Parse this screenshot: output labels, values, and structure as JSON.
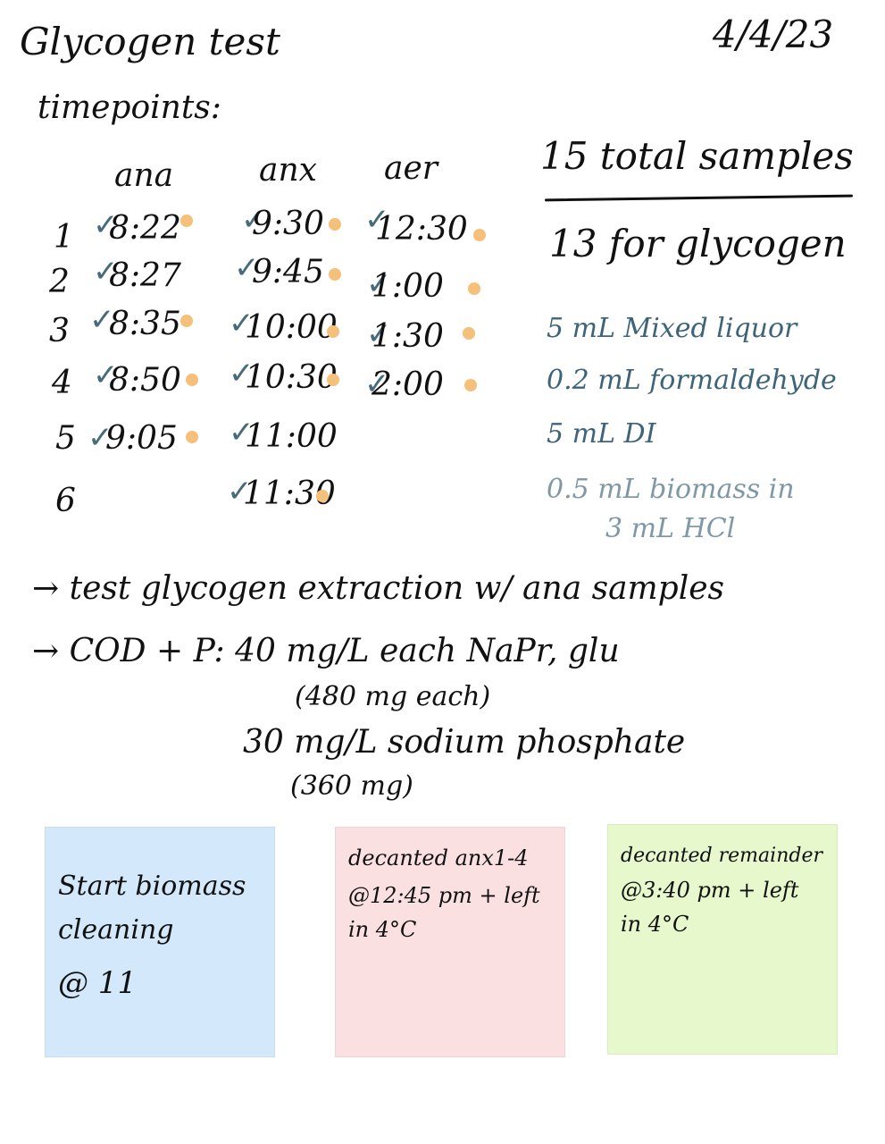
{
  "title": "Glycogen test",
  "date": "4/4/23",
  "timepoints_label": "timepoints:",
  "columns": [
    "ana",
    "anx",
    "aer"
  ],
  "row_numbers": [
    "1",
    "2",
    "3",
    "4",
    "5",
    "6"
  ],
  "ana_times": [
    "8:22",
    "8:27",
    "8:35",
    "8:50",
    "9:05"
  ],
  "anx_times": [
    "9:30",
    "9:45",
    "10:00",
    "10:30",
    "11:00",
    "11:30"
  ],
  "aer_times": [
    "12:30",
    "1:00",
    "1:30",
    "2:00"
  ],
  "marker_color": "#f4c07a",
  "check_color": "#476b7a",
  "summary": {
    "total": "15 total samples",
    "glycogen": "13 for glycogen"
  },
  "recipe": [
    "5 mL Mixed liquor",
    "0.2 mL formaldehyde",
    "5 mL DI",
    "0.5 mL biomass in",
    "3 mL HCl"
  ],
  "notes": {
    "line1": "→ test glycogen extraction w/ ana samples",
    "line2": "→ COD + P:  40 mg/L each  NaPr, glu",
    "line3": "(480 mg each)",
    "line4": "30 mg/L  sodium phosphate",
    "line5": "(360 mg)"
  },
  "stickies": {
    "blue": [
      "Start biomass",
      "cleaning",
      "@ 11"
    ],
    "pink": [
      "decanted anx1-4",
      "@12:45 pm + left",
      "in 4°C"
    ],
    "green": [
      "decanted remainder",
      "@3:40 pm + left",
      "in 4°C"
    ]
  },
  "colors": {
    "ink": "#111111",
    "blue_ink": "#3d6478",
    "sticky_blue": "#d3e9fb",
    "sticky_pink": "#fbe0e2",
    "sticky_green": "#e6f8cc"
  }
}
